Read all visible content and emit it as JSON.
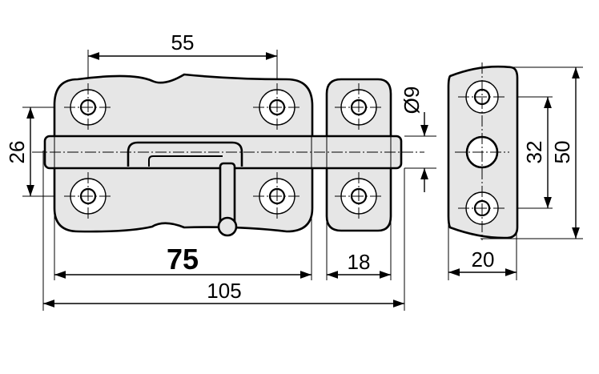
{
  "dimensions": {
    "hole_spacing_horizontal": "55",
    "hole_spacing_vertical": "26",
    "bolt_travel": "75",
    "overall_length": "105",
    "keeper_width": "18",
    "keeper_thickness": "20",
    "bolt_diameter": "Ø9",
    "keeper_hole_spacing": "32",
    "keeper_height": "50"
  }
}
